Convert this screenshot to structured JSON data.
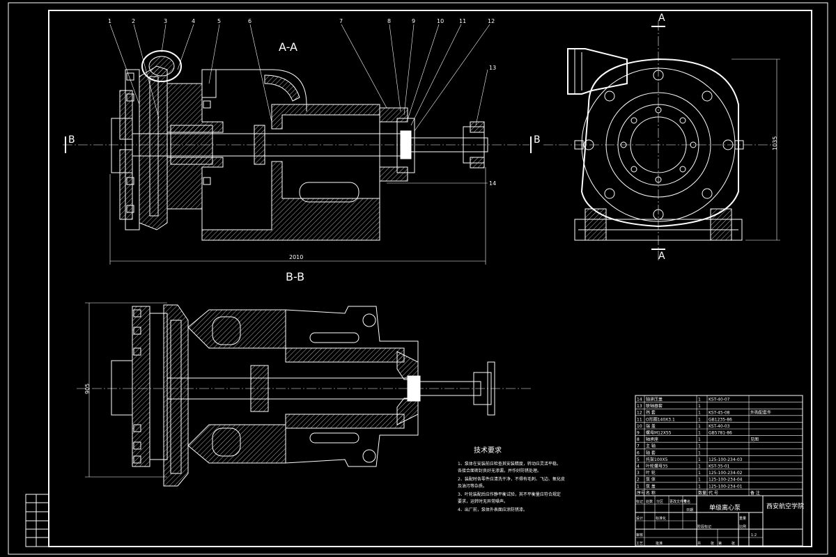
{
  "views": {
    "section_aa": "A-A",
    "section_bb": "B-B",
    "cut_b_left": "B",
    "cut_b_right": "B",
    "cut_a_top": "A",
    "cut_a_bottom": "A"
  },
  "dimensions": {
    "overall_length": "2010",
    "front_height": "1035",
    "bottom_height": "905"
  },
  "balloons": [
    "1",
    "2",
    "3",
    "4",
    "5",
    "6",
    "7",
    "8",
    "9",
    "10",
    "11",
    "12",
    "13",
    "14"
  ],
  "tech": {
    "title": "技术要求",
    "lines": [
      "1、泵体在安装前应检查其安装精度，转动应灵活平稳。",
      "   各接合面密封良好无渗漏，并作好防锈处理。",
      "2、装配时各零件应清洗干净，不得有毛刺、飞边、氧化皮",
      "   及油污等杂质。",
      "3、叶轮装配后应作静平衡试验，其不平衡量应符合规定",
      "   要求，运转时无异常噪声。",
      "4、出厂前，泵体外表面应涂防锈漆。"
    ]
  },
  "bom": {
    "rows": [
      {
        "no": "14",
        "name": "轴承压盖",
        "qty": "1",
        "code": "KST-40-07",
        "note": ""
      },
      {
        "no": "13",
        "name": "联轴器套",
        "qty": "1",
        "code": "",
        "note": ""
      },
      {
        "no": "12",
        "name": "挡 套",
        "qty": "1",
        "code": "KST-45-08",
        "note": "外购配套件"
      },
      {
        "no": "11",
        "name": "O形圈140X3.1",
        "qty": "1",
        "code": "GB1235-86",
        "note": ""
      },
      {
        "no": "10",
        "name": "端 盖",
        "qty": "1",
        "code": "KST-40-03",
        "note": ""
      },
      {
        "no": "9",
        "name": "螺母M12X55",
        "qty": "1",
        "code": "GB5781-86",
        "note": ""
      },
      {
        "no": "8",
        "name": "轴承座",
        "qty": "1",
        "code": "",
        "note": "见图"
      },
      {
        "no": "7",
        "name": "主 轴",
        "qty": "1",
        "code": "",
        "note": ""
      },
      {
        "no": "6",
        "name": "轴 套",
        "qty": "1",
        "code": "",
        "note": ""
      },
      {
        "no": "5",
        "name": "托架100X5",
        "qty": "1",
        "code": "125-100-234-03",
        "note": ""
      },
      {
        "no": "4",
        "name": "叶轮螺母35",
        "qty": "1",
        "code": "KST-35-01",
        "note": ""
      },
      {
        "no": "3",
        "name": "叶 轮",
        "qty": "1",
        "code": "125-100-234-02",
        "note": ""
      },
      {
        "no": "2",
        "name": "泵 体",
        "qty": "1",
        "code": "125-100-234-04",
        "note": ""
      },
      {
        "no": "1",
        "name": "泵 盖",
        "qty": "1",
        "code": "125-100-234-01",
        "note": ""
      }
    ],
    "header": {
      "no": "序号",
      "name": "名 称",
      "qty": "数量",
      "code": "代 号",
      "note": "备 注"
    }
  },
  "title_block": {
    "drawing_name": "单级离心泵",
    "school": "西安航空学院",
    "small_cells": [
      "标记",
      "处数",
      "分区",
      "更改文件号",
      "签名",
      "日期",
      "设计",
      "标准化",
      "审核",
      "工艺",
      "批准",
      "阶段标记",
      "重量",
      "比例",
      "共",
      "张",
      "第",
      "张"
    ],
    "scale": "1:2"
  }
}
